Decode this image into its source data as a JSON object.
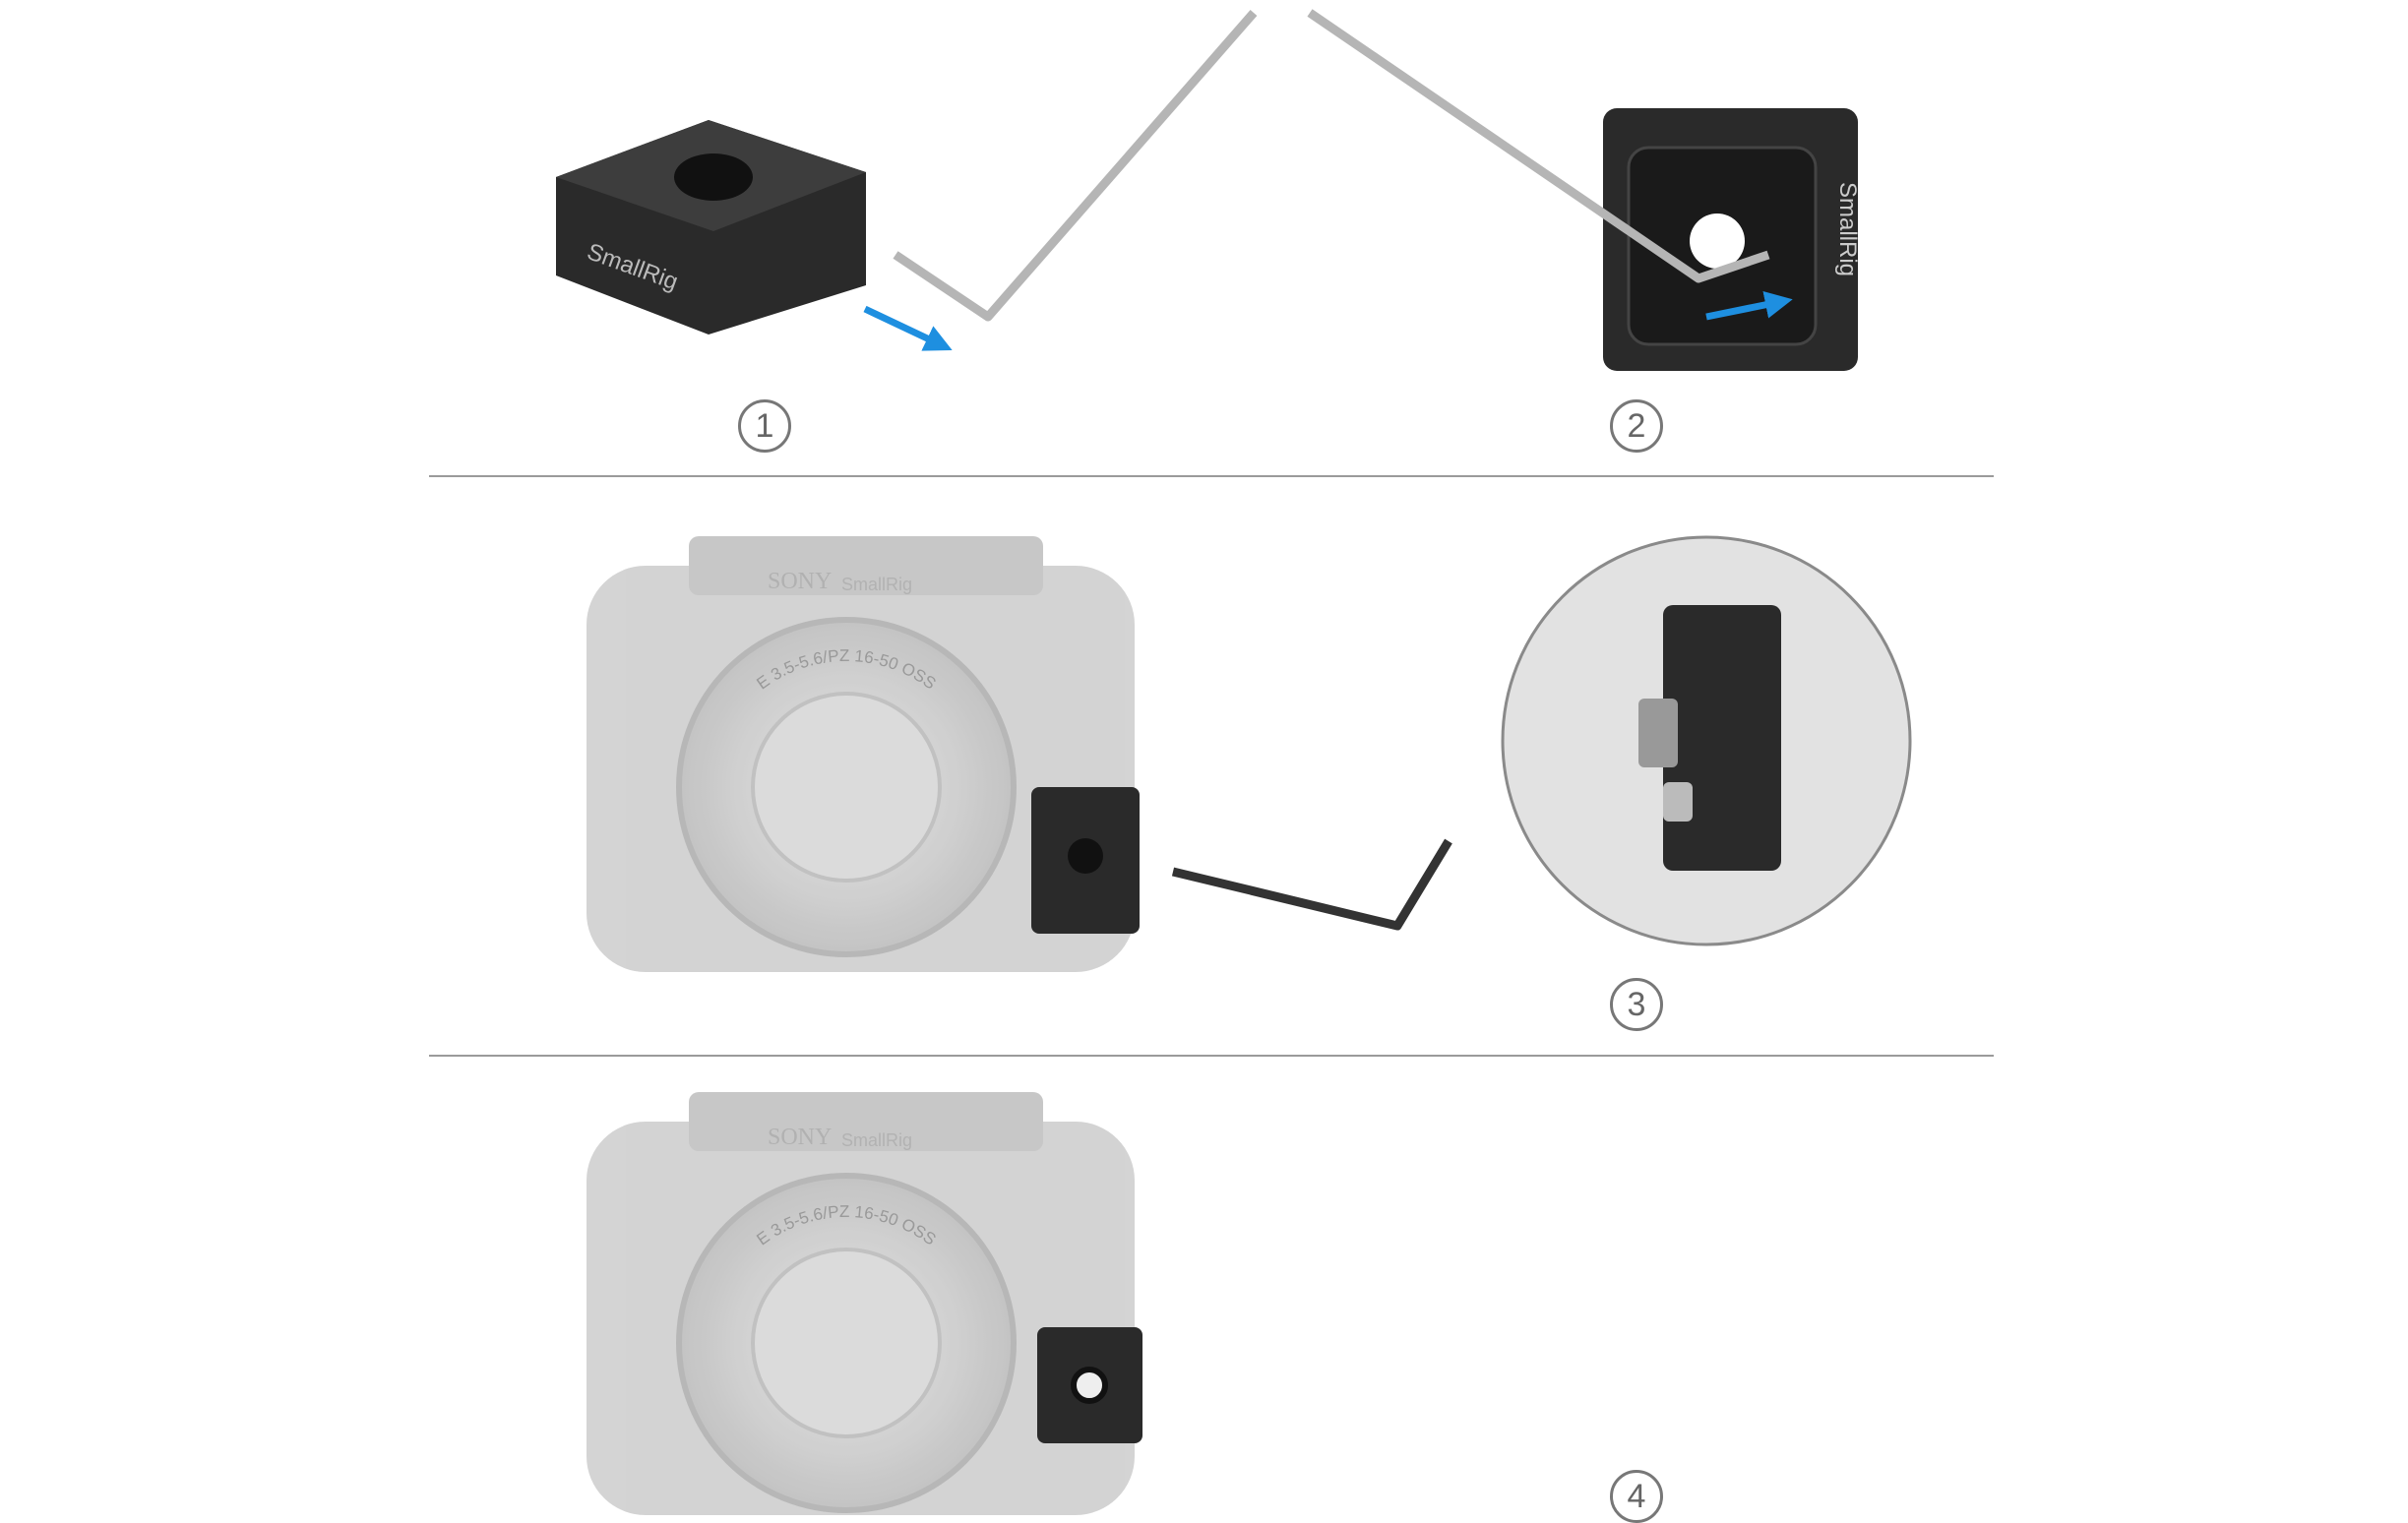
{
  "brand_logo": "SmallRig",
  "camera_logo": "SONY",
  "lens_text": "E 3.5-5.6/PZ 16-50 OSS",
  "steps": [
    {
      "number": "1"
    },
    {
      "number": "2"
    },
    {
      "number": "3"
    },
    {
      "number": "4"
    }
  ],
  "colors": {
    "arrow": "#1e8fe0",
    "mount": "#2a2a2a",
    "camera": "#c9c9c9",
    "hex_key": "#b5b5b5",
    "divider": "#9a9a9a"
  }
}
